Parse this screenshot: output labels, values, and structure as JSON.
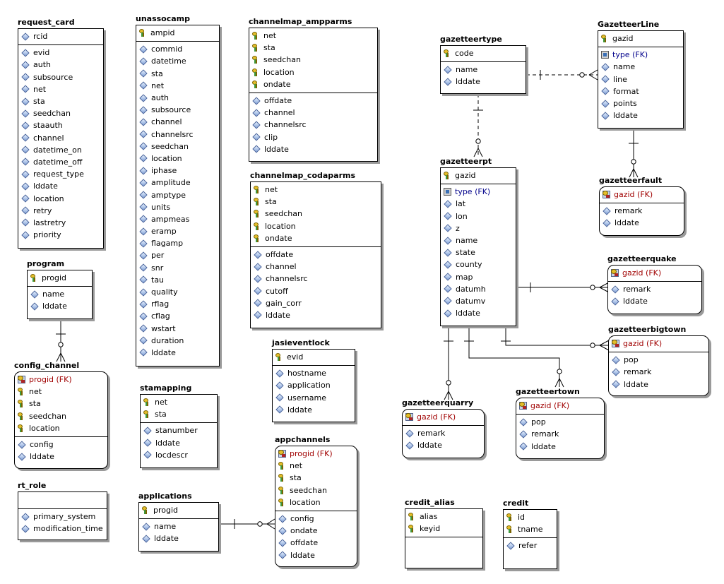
{
  "entities": {
    "request_card": {
      "name": "request_card",
      "pk": [
        "rcid"
      ],
      "attrs": [
        "evid",
        "auth",
        "subsource",
        "net",
        "sta",
        "seedchan",
        "staauth",
        "channel",
        "datetime_on",
        "datetime_off",
        "request_type",
        "lddate",
        "location",
        "retry",
        "lastretry",
        "priority"
      ]
    },
    "program": {
      "name": "program",
      "pk": [
        "progid"
      ],
      "attrs": [
        "name",
        "lddate"
      ]
    },
    "config_channel": {
      "name": "config_channel",
      "pk": [
        "progid (FK)",
        "net",
        "sta",
        "seedchan",
        "location"
      ],
      "attrs": [
        "config",
        "lddate"
      ]
    },
    "rt_role": {
      "name": "rt_role",
      "pk": [],
      "attrs": [
        "primary_system",
        "modification_time"
      ]
    },
    "unassocamp": {
      "name": "unassocamp",
      "pk": [
        "ampid"
      ],
      "attrs": [
        "commid",
        "datetime",
        "sta",
        "net",
        "auth",
        "subsource",
        "channel",
        "channelsrc",
        "seedchan",
        "location",
        "iphase",
        "amplitude",
        "amptype",
        "units",
        "ampmeas",
        "eramp",
        "flagamp",
        "per",
        "snr",
        "tau",
        "quality",
        "rflag",
        "cflag",
        "wstart",
        "duration",
        "lddate"
      ]
    },
    "stamapping": {
      "name": "stamapping",
      "pk": [
        "net",
        "sta"
      ],
      "attrs": [
        "stanumber",
        "lddate",
        "locdescr"
      ]
    },
    "applications": {
      "name": "applications",
      "pk": [
        "progid"
      ],
      "attrs": [
        "name",
        "lddate"
      ]
    },
    "channelmap_ampparms": {
      "name": "channelmap_ampparms",
      "pk": [
        "net",
        "sta",
        "seedchan",
        "location",
        "ondate"
      ],
      "attrs": [
        "offdate",
        "channel",
        "channelsrc",
        "clip",
        "lddate"
      ]
    },
    "channelmap_codaparms": {
      "name": "channelmap_codaparms",
      "pk": [
        "net",
        "sta",
        "seedchan",
        "location",
        "ondate"
      ],
      "attrs": [
        "offdate",
        "channel",
        "channelsrc",
        "cutoff",
        "gain_corr",
        "lddate"
      ]
    },
    "jasieventlock": {
      "name": "jasieventlock",
      "pk": [
        "evid"
      ],
      "attrs": [
        "hostname",
        "application",
        "username",
        "lddate"
      ]
    },
    "appchannels": {
      "name": "appchannels",
      "pk": [
        "progid (FK)",
        "net",
        "sta",
        "seedchan",
        "location"
      ],
      "attrs": [
        "config",
        "ondate",
        "offdate",
        "lddate"
      ]
    },
    "gazetteertype": {
      "name": "gazetteertype",
      "pk": [
        "code"
      ],
      "attrs": [
        "name",
        "lddate"
      ]
    },
    "GazetteerLine": {
      "name": "GazetteerLine",
      "pk": [
        "gazid"
      ],
      "fk": [
        "type (FK)"
      ],
      "attrs": [
        "name",
        "line",
        "format",
        "points",
        "lddate"
      ]
    },
    "gazetteerpt": {
      "name": "gazetteerpt",
      "pk": [
        "gazid"
      ],
      "fk": [
        "type (FK)"
      ],
      "attrs": [
        "lat",
        "lon",
        "z",
        "name",
        "state",
        "county",
        "map",
        "datumh",
        "datumv",
        "lddate"
      ]
    },
    "gazetteerfault": {
      "name": "gazetteerfault",
      "pk": [
        "gazid (FK)"
      ],
      "attrs": [
        "remark",
        "lddate"
      ]
    },
    "gazetteerquake": {
      "name": "gazetteerquake",
      "pk": [
        "gazid (FK)"
      ],
      "attrs": [
        "remark",
        "lddate"
      ]
    },
    "gazetteerbigtown": {
      "name": "gazetteerbigtown",
      "pk": [
        "gazid (FK)"
      ],
      "attrs": [
        "pop",
        "remark",
        "lddate"
      ]
    },
    "gazetteerquarry": {
      "name": "gazetteerquarry",
      "pk": [
        "gazid (FK)"
      ],
      "attrs": [
        "remark",
        "lddate"
      ]
    },
    "gazetteertown": {
      "name": "gazetteertown",
      "pk": [
        "gazid (FK)"
      ],
      "attrs": [
        "pop",
        "remark",
        "lddate"
      ]
    },
    "credit_alias": {
      "name": "credit_alias",
      "pk": [
        "alias",
        "keyid"
      ],
      "attrs": []
    },
    "credit": {
      "name": "credit",
      "pk": [
        "id",
        "tname"
      ],
      "attrs": [
        "refer"
      ]
    }
  },
  "relationships": [
    {
      "from": "program",
      "to": "config_channel",
      "style": "identifying"
    },
    {
      "from": "applications",
      "to": "appchannels",
      "style": "identifying"
    },
    {
      "from": "gazetteertype",
      "to": "GazetteerLine",
      "style": "non-identifying"
    },
    {
      "from": "gazetteertype",
      "to": "gazetteerpt",
      "style": "non-identifying"
    },
    {
      "from": "GazetteerLine",
      "to": "gazetteerfault",
      "style": "identifying"
    },
    {
      "from": "gazetteerpt",
      "to": "gazetteerquake",
      "style": "identifying"
    },
    {
      "from": "gazetteerpt",
      "to": "gazetteerbigtown",
      "style": "identifying"
    },
    {
      "from": "gazetteerpt",
      "to": "gazetteerquarry",
      "style": "identifying"
    },
    {
      "from": "gazetteerpt",
      "to": "gazetteertown",
      "style": "identifying"
    }
  ]
}
